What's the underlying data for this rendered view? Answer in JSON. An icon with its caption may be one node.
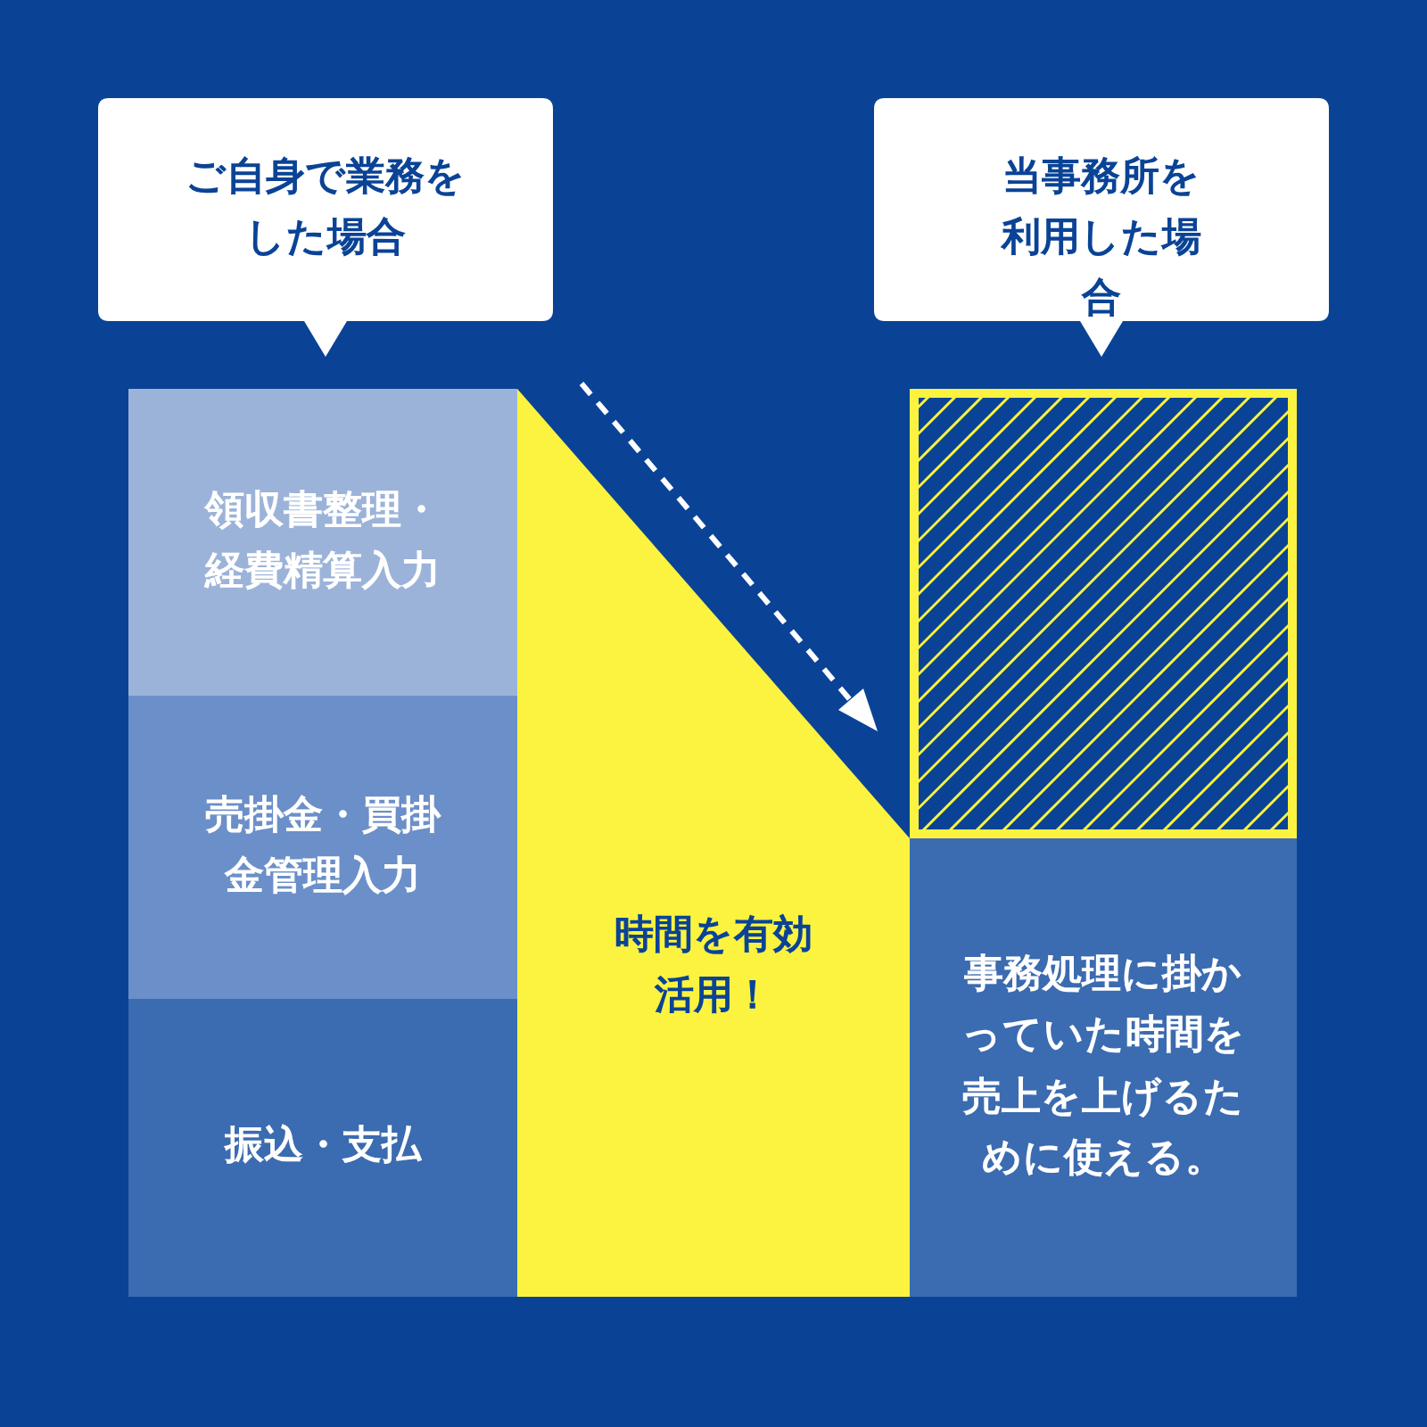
{
  "diagram": {
    "nodes": [
      {
        "text": [
          "ご自身で業務をした場合"
        ]
      },
      {
        "text": [
          "当事務所を利用した場合"
        ]
      },
      {
        "text": [
          "領収書整理・経費精算入力"
        ]
      },
      {
        "text": [
          "売掛金・買掛金管理入力"
        ]
      },
      {
        "text": [
          "振込・支払"
        ]
      },
      {
        "text": [
          "時間を有効活用！"
        ]
      },
      {
        "text": [],
        "shape": "box"
      },
      {
        "text": [
          "事務処理に掛かっていた時間を売上を上げるために使える。"
        ]
      }
    ]
  }
}
